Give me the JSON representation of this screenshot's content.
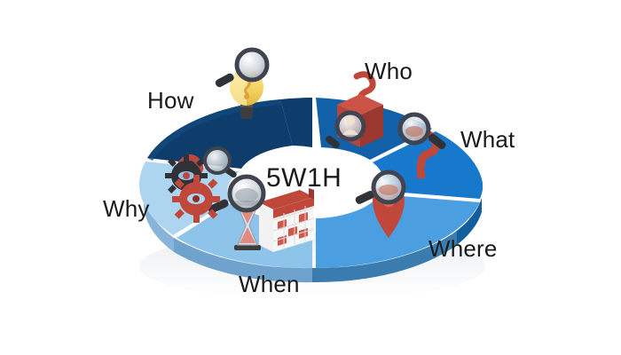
{
  "diagram": {
    "title": "5W1H",
    "center_label": "5W1H",
    "type": "isometric-donut",
    "background_color": "#ffffff",
    "segments": [
      {
        "id": "how",
        "label": "How",
        "color": "#0e3d6b",
        "side_color": "#0a2c4e",
        "icon": "lightbulb-magnifier-icon",
        "icon_colors": {
          "bulb": "#f5d76e",
          "base": "#3d3d3d",
          "lens_rim": "#3f4450"
        }
      },
      {
        "id": "who",
        "label": "Who",
        "color": "#1260a8",
        "side_color": "#0d4a80",
        "icon": "person-box-magnifier-icon",
        "icon_colors": {
          "box": "#c0483b",
          "box_dark": "#a03a2e",
          "question": "#c0483b",
          "lens_rim": "#3f4450"
        }
      },
      {
        "id": "what",
        "label": "What",
        "color": "#1878cc",
        "side_color": "#135e9f",
        "icon": "question-mark-magnifier-icon",
        "icon_colors": {
          "mark": "#c0483b",
          "lens_rim": "#3f4450"
        }
      },
      {
        "id": "where",
        "label": "Where",
        "color": "#4b9fe0",
        "side_color": "#3a7cb0",
        "icon": "map-pin-magnifier-icon",
        "icon_colors": {
          "pin": "#c0483b",
          "lens_rim": "#3f4450"
        }
      },
      {
        "id": "when",
        "label": "When",
        "color": "#8fc4ea",
        "side_color": "#6fa3cd",
        "icon": "calendar-hourglass-magnifier-icon",
        "icon_colors": {
          "calendar": "#c0483b",
          "page": "#f2f2f2",
          "hourglass_sand": "#e08a80",
          "lens_rim": "#3f4450"
        }
      },
      {
        "id": "why",
        "label": "Why",
        "color": "#aed5f0",
        "side_color": "#87b4d8",
        "icon": "gears-question-magnifier-icon",
        "icon_colors": {
          "gear_dark": "#2f3338",
          "gear_red": "#c0483b",
          "question": "#c0483b",
          "lens_rim": "#3f4450"
        }
      }
    ]
  }
}
